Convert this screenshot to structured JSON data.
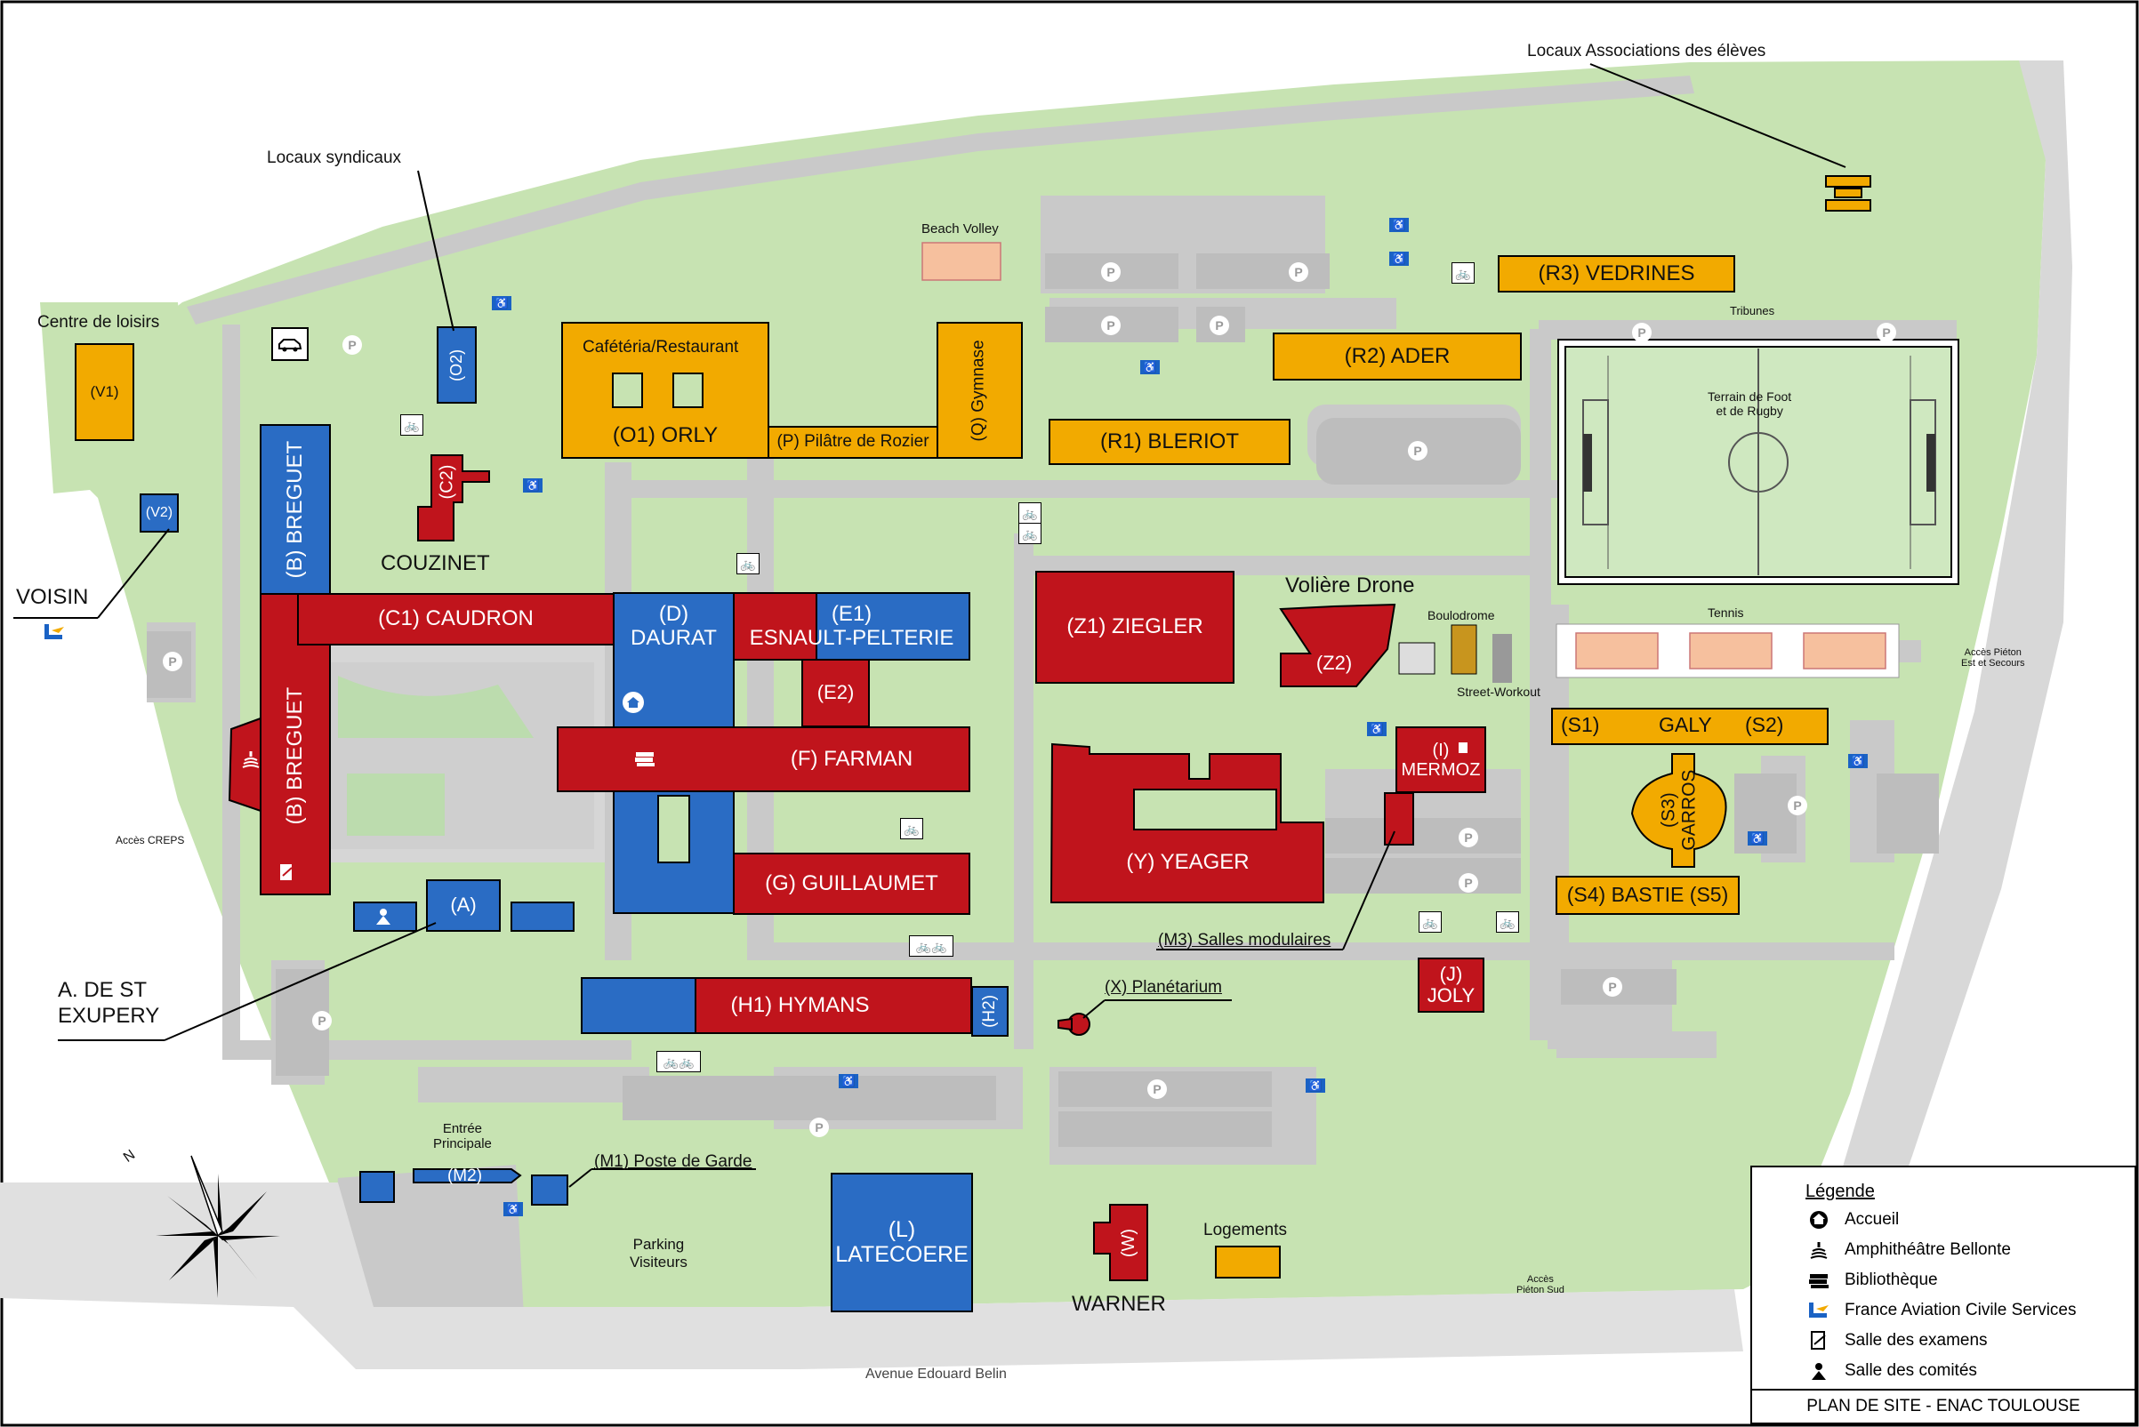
{
  "colors": {
    "grass": "#c7e3b2",
    "road": "#c9c9c9",
    "building_red": "#c0141c",
    "building_blue": "#2a6cc4",
    "building_orange": "#f2aa00",
    "court": "#f6c09e",
    "field": "#cfe8c0",
    "water": "#8fd3f4"
  },
  "buildings": {
    "v1": "(V1)",
    "v2": "(V2)",
    "o2": "(O2)",
    "c2": "(C2)",
    "couzinet": "COUZINET",
    "b_top": "(B) BREGUET",
    "b_bottom": "(B) BREGUET",
    "c1": "(C1) CAUDRON",
    "d": "(D)\nDAURAT",
    "e1": "(E1)\nESNAULT-PELTERIE",
    "e2": "(E2)",
    "f": "(F) FARMAN",
    "g": "(G) GUILLAUMET",
    "h1": "(H1) HYMANS",
    "h2": "(H2)",
    "a": "(A)",
    "m2": "(M2)",
    "l": "(L)\nLATECOERE",
    "w": "(W)",
    "warner": "WARNER",
    "cafeteria": "Cafétéria/Restaurant",
    "o1": "(O1) ORLY",
    "p": "(P) Pilâtre de Rozier",
    "q": "(Q) Gymnase",
    "r1": "(R1) BLERIOT",
    "r2": "(R2) ADER",
    "r3": "(R3) VEDRINES",
    "z1": "(Z1) ZIEGLER",
    "z2": "(Z2)",
    "voliere": "Volière Drone",
    "y": "(Y) YEAGER",
    "i": "(I)\nMERMOZ",
    "j": "(J)\nJOLY",
    "s1": "(S1)",
    "galy": "GALY",
    "s2": "(S2)",
    "s3": "(S3)\nGARROS",
    "s4": "(S4) BASTIE (S5)"
  },
  "labels": {
    "centre_loisirs": "Centre de loisirs",
    "locaux_syndicaux": "Locaux syndicaux",
    "locaux_assoc": "Locaux Associations des élèves",
    "beach_volley": "Beach Volley",
    "tribunes": "Tribunes",
    "terrain": "Terrain de Foot\net de Rugby",
    "tennis": "Tennis",
    "boulodrome": "Boulodrome",
    "street_workout": "Street-Workout",
    "acces_pieton_est": "Accès Piéton\nEst et Secours",
    "acces_creps": "Accès CREPS",
    "voisin": "VOISIN",
    "a_de_st": "A. DE ST\nEXUPERY",
    "entree": "Entrée\nPrincipale",
    "m1": "(M1) Poste de Garde",
    "parking_visiteurs": "Parking\nVisiteurs",
    "logements": "Logements",
    "acces_pieton_sud": "Accès\nPiéton Sud",
    "avenue": "Avenue Edouard Belin",
    "m3": "(M3) Salles modulaires",
    "x": "(X) Planétarium",
    "parking_symbol": "P"
  },
  "compass": {
    "north_label": "N"
  },
  "legend": {
    "title": "Légende",
    "items": [
      {
        "icon": "house-icon",
        "label": "Accueil"
      },
      {
        "icon": "amphitheatre-icon",
        "label": "Amphithéâtre Bellonte"
      },
      {
        "icon": "book-icon",
        "label": "Bibliothèque"
      },
      {
        "icon": "dgac-logo-icon",
        "label": "France Aviation Civile Services"
      },
      {
        "icon": "exam-room-icon",
        "label": "Salle des examens"
      },
      {
        "icon": "committee-room-icon",
        "label": "Salle des comités"
      }
    ],
    "footer": "PLAN DE SITE - ENAC TOULOUSE"
  }
}
